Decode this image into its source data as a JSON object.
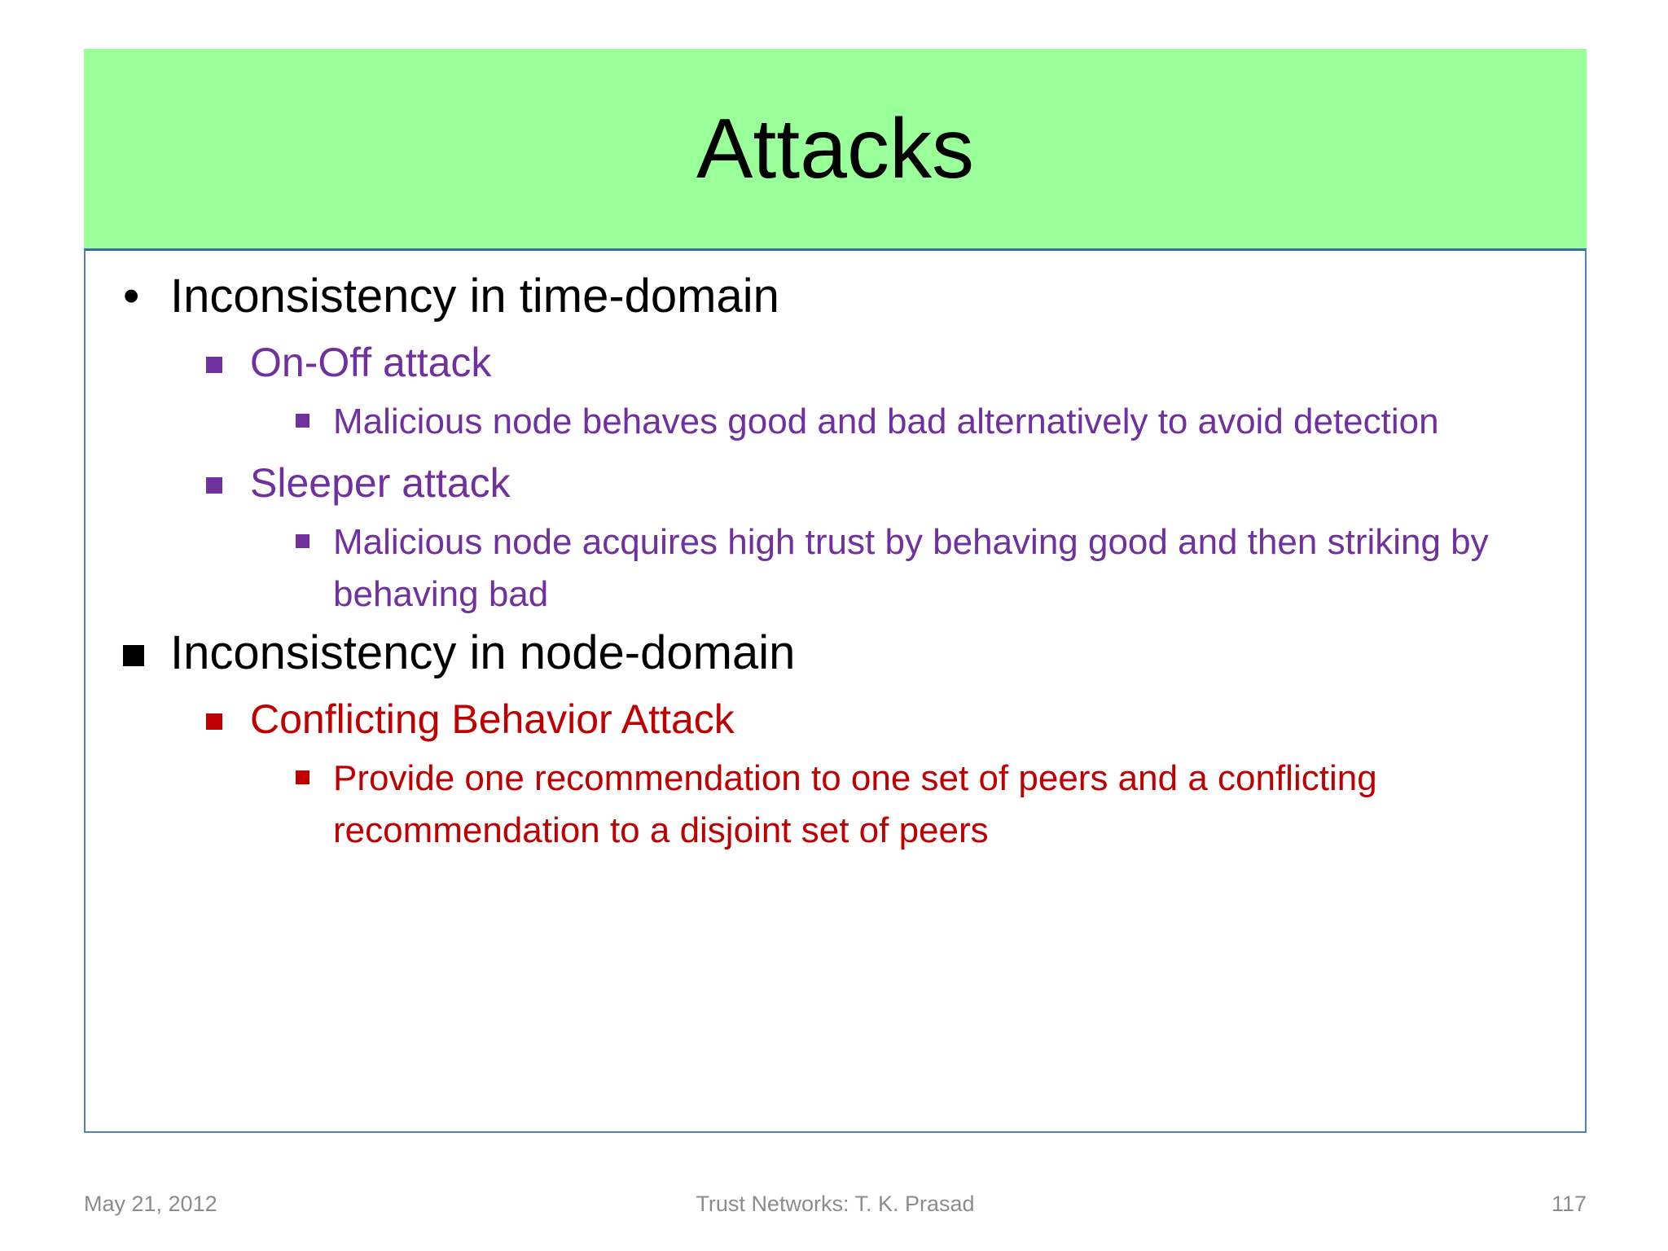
{
  "slide": {
    "title": "Attacks",
    "page_number": "117",
    "colors": {
      "banner_green": "#99FF99",
      "box_border_blue": "#4F81BD",
      "level1_black": "#000000",
      "time_domain_purple": "#7030A0",
      "node_domain_red": "#C00000",
      "footer_gray": "#8C8C8C"
    }
  },
  "body": {
    "items": [
      {
        "level": 1,
        "marker": "disc-bullet",
        "color": "black",
        "text": "Inconsistency in time-domain"
      },
      {
        "level": 2,
        "marker": "square-bullet",
        "color": "purple",
        "text": "On-Off attack"
      },
      {
        "level": 3,
        "marker": "square-bullet",
        "color": "purple",
        "text": "Malicious node behaves good and bad alternatively to avoid detection"
      },
      {
        "level": 2,
        "marker": "square-bullet",
        "color": "purple",
        "text": "Sleeper attack"
      },
      {
        "level": 3,
        "marker": "square-bullet",
        "color": "purple",
        "text": "Malicious node acquires high trust by behaving good and then striking by behaving bad"
      },
      {
        "level": 1,
        "marker": "square-bullet",
        "color": "black",
        "text": "Inconsistency in node-domain"
      },
      {
        "level": 2,
        "marker": "square-bullet",
        "color": "red",
        "text": "Conflicting Behavior Attack"
      },
      {
        "level": 3,
        "marker": "square-bullet",
        "color": "red",
        "text": "Provide one recommendation to one set of peers and a conflicting recommendation to a disjoint set of peers"
      }
    ]
  },
  "footer": {
    "date": "May 21, 2012",
    "center": "Trust Networks: T. K. Prasad",
    "page": "117"
  }
}
